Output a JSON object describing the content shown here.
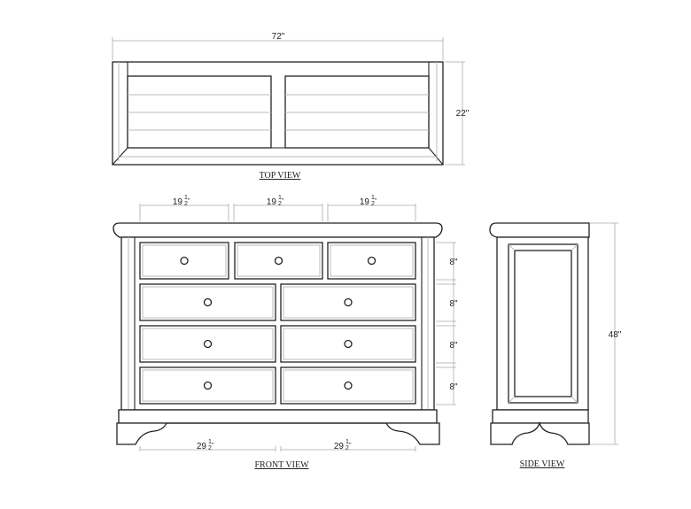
{
  "top_view": {
    "caption": "TOP VIEW",
    "width": "72\"",
    "depth": "22\""
  },
  "front_view": {
    "caption": "FRONT VIEW",
    "top_drawer_width": {
      "whole": "19",
      "num": "1",
      "den": "2",
      "unit": "\""
    },
    "lower_drawer_width": {
      "whole": "29",
      "num": "1",
      "den": "2",
      "unit": "\""
    },
    "drawer_height": "8\""
  },
  "side_view": {
    "caption": "SIDE VIEW",
    "height": "48\""
  }
}
